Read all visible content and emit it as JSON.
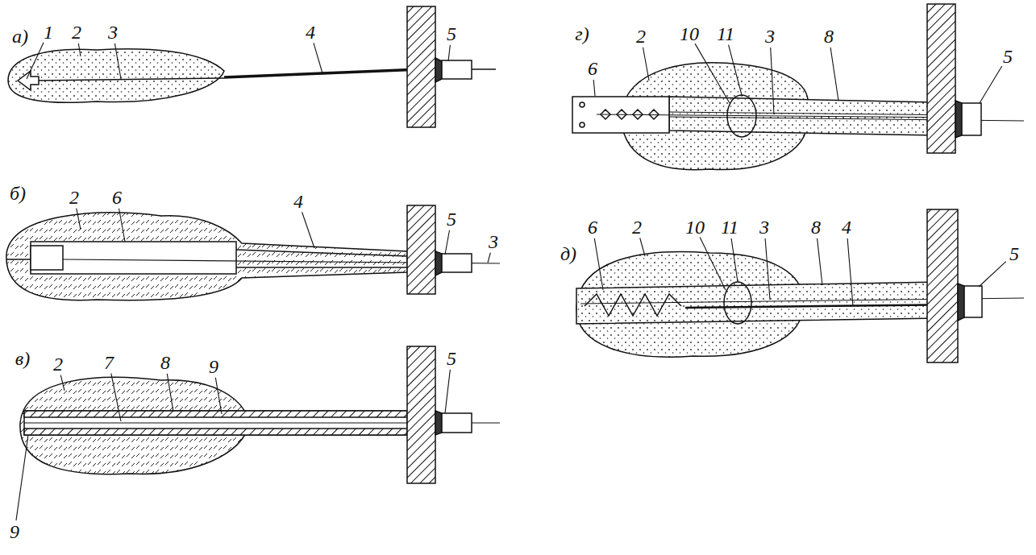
{
  "diagram": {
    "labels": [
      "а)",
      "1",
      "2",
      "3",
      "4",
      "5",
      "б)",
      "2",
      "6",
      "4",
      "5",
      "3",
      "в)",
      "2",
      "7",
      "8",
      "9",
      "5",
      "9",
      "г)",
      "6",
      "2",
      "10",
      "11",
      "3",
      "8",
      "5",
      "д)",
      "6",
      "2",
      "10",
      "11",
      "3",
      "8",
      "4",
      "5"
    ]
  }
}
